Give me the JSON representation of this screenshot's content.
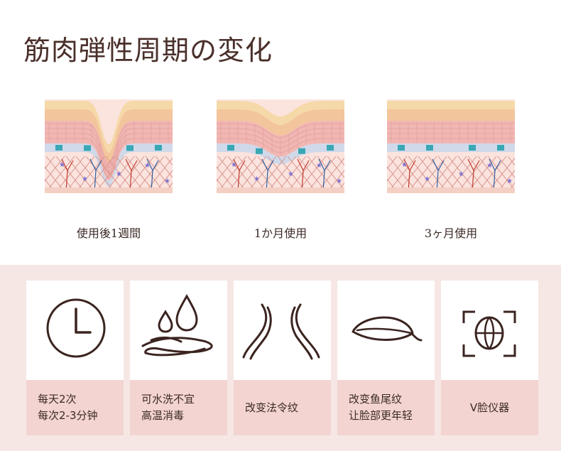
{
  "title": "筋肉弾性周期の変化",
  "stages": [
    {
      "label": "使用後1週間",
      "wrinkle_depth": "deep"
    },
    {
      "label": "1か月使用",
      "wrinkle_depth": "shallow"
    },
    {
      "label": "3ヶ月使用",
      "wrinkle_depth": "none"
    }
  ],
  "features": [
    {
      "icon": "clock-icon",
      "line1": "每天2次",
      "line2": "每次2-3分钟"
    },
    {
      "icon": "water-drops-icon",
      "line1": "可水洗不宜",
      "line2": "高温消毒"
    },
    {
      "icon": "nasolabial-lines-icon",
      "line1": "改变法令纹",
      "line2": ""
    },
    {
      "icon": "eye-icon",
      "line1": "改变鱼尾纹",
      "line2": "让脸部更年轻"
    },
    {
      "icon": "face-scan-icon",
      "line1": "V脸仪器",
      "line2": ""
    }
  ],
  "colors": {
    "title": "#4a2f2a",
    "bottom_bg": "#f6e7e4",
    "caption_bg": "#f3d4d1",
    "icon_stroke": "#3b2420",
    "skin_top": "#f3c9a4",
    "skin_mid": "#f1b7b3",
    "dermis": "#fbe3de"
  }
}
